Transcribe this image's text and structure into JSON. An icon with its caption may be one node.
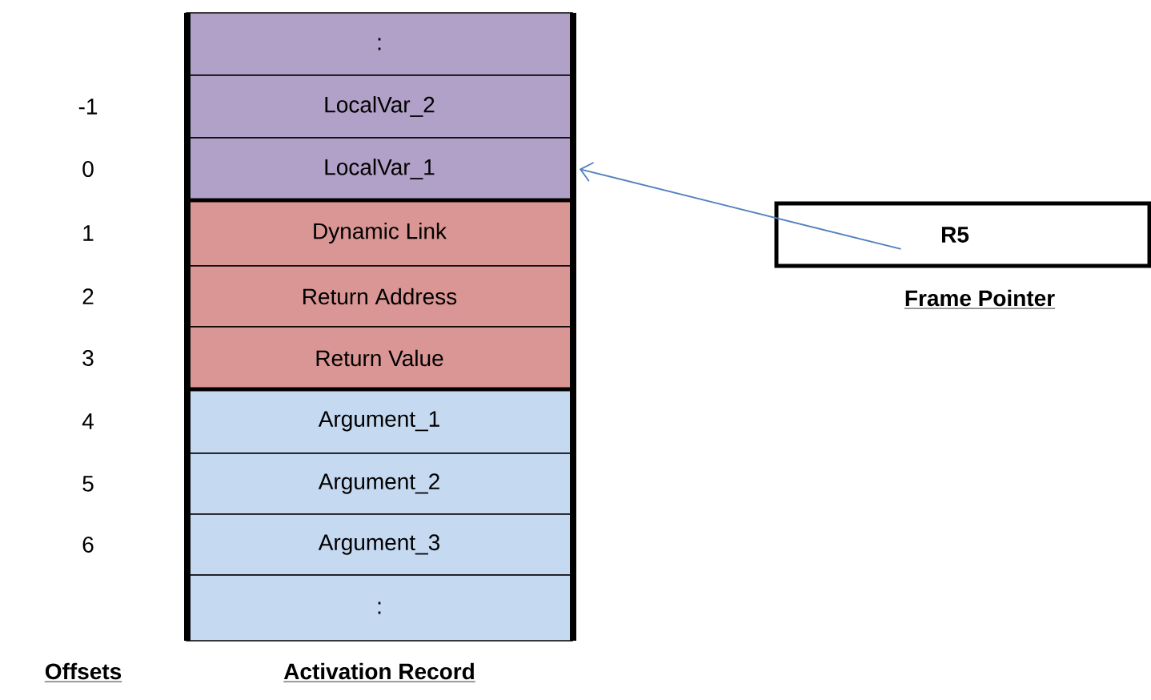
{
  "diagram": {
    "nodes": [
      {
        "text": [
          ":"
        ]
      },
      {
        "text": [
          "LocalVar_2"
        ]
      },
      {
        "text": [
          "LocalVar_1"
        ]
      },
      {
        "text": [
          "Dynamic Link"
        ]
      },
      {
        "text": [
          "Return Address"
        ]
      },
      {
        "text": [
          "Return Value"
        ]
      },
      {
        "text": [
          "Argument_1"
        ]
      },
      {
        "text": [
          "Argument_2"
        ]
      },
      {
        "text": [
          "Argument_3"
        ]
      },
      {
        "text": [
          ":"
        ]
      },
      {
        "text": [
          "R5"
        ],
        "beside": [
          "Frame Pointer"
        ]
      }
    ],
    "edges": [
      {
        "from": 10,
        "to": 2,
        "arrow": "to"
      }
    ],
    "labels": [
      "-1",
      "0",
      "1",
      "2",
      "3",
      "4",
      "5",
      "6",
      "Offsets",
      "Activation Record"
    ]
  }
}
